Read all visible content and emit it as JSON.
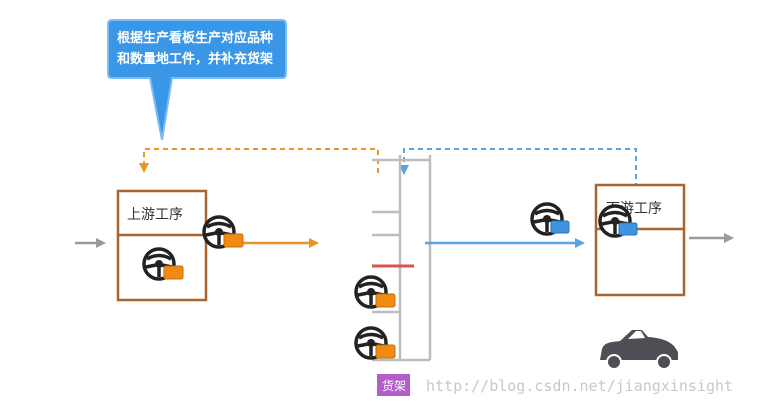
{
  "callout": {
    "line1": "根据生产看板生产对应品种",
    "line2": "和数量地工件，并补充货架"
  },
  "upstream": {
    "label": "上游工序"
  },
  "downstream": {
    "label": "下游工序"
  },
  "shelf": {
    "label": "货架"
  },
  "watermark": {
    "text": "http://blog.csdn.net/jiangxinsight"
  },
  "colors": {
    "callout": "#3a97e8",
    "box_border": "#a9652f",
    "orange": "#e8962a",
    "blue": "#5aa5e0",
    "kanban_orange": "#f28a12",
    "kanban_blue": "#3e94e0",
    "grey_arrow": "#9a9a9a",
    "shelf_grey": "#bdbdbd",
    "shelf_red": "#d9534f",
    "shelf_tag": "#b15ec9",
    "car": "#4d4f55"
  }
}
